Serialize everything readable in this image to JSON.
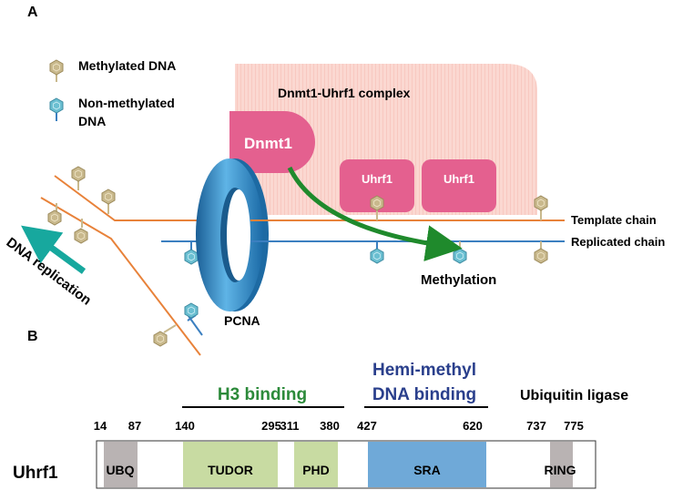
{
  "panel_a": {
    "label": "A",
    "legend": {
      "methylated": "Methylated DNA",
      "non_methylated_line1": "Non-methylated",
      "non_methylated_line2": "DNA"
    },
    "complex_title": "Dnmt1-Uhrf1 complex",
    "dnmt1": "Dnmt1",
    "uhrf1_a": "Uhrf1",
    "uhrf1_b": "Uhrf1",
    "template_chain": "Template chain",
    "replicated_chain": "Replicated chain",
    "methylation": "Methylation",
    "dna_replication": "DNA replication",
    "pcna": "PCNA"
  },
  "panel_b": {
    "label": "B",
    "protein": "Uhrf1",
    "groups": {
      "h3_binding": "H3 binding",
      "hemi_line1": "Hemi-methyl",
      "hemi_line2": "DNA binding",
      "ubiquitin": "Ubiquitin ligase"
    },
    "positions": [
      "14",
      "87",
      "140",
      "295",
      "311",
      "380",
      "427",
      "620",
      "737",
      "775"
    ],
    "domains": {
      "ubq": "UBQ",
      "tudor": "TUDOR",
      "phd": "PHD",
      "sra": "SRA",
      "ring": "RING"
    }
  },
  "colors": {
    "complex_bg": "#f9cfc8",
    "dnmt1": "#e4608f",
    "uhrf1": "#e4608f",
    "template_strand": "#e8823a",
    "replicated_strand": "#3b7fc0",
    "methyl_hex": "#c9b98d",
    "nonmethyl_hex": "#6bbfd1",
    "pcna": "#2f88c4",
    "arrow_methylation": "#1f8a2c",
    "arrow_replication": "#17a89e",
    "ubq": "#b9b3b3",
    "tudor": "#c8dba2",
    "phd": "#c8dba2",
    "sra": "#6fa9d8",
    "ring": "#b9b3b3",
    "h3_text": "#2c8a3a",
    "hemi_text": "#2a3f8c"
  }
}
